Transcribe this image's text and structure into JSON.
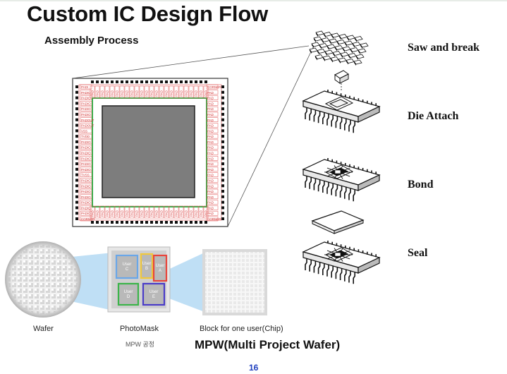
{
  "title": "Custom IC Design Flow",
  "subtitle": "Assembly Process",
  "steps": [
    "Saw and break",
    "Die Attach",
    "Bond",
    "Seal"
  ],
  "chip": {
    "corner_label": "CORNER",
    "pad_label": "PAD",
    "left_pins": [
      "PADI",
      "PADIO",
      "PADIO",
      "PADIO",
      "PADIO",
      "PADIO",
      "PADOUT",
      "PADOUT",
      "VSS",
      "TVDD",
      "PADIO",
      "PADIO",
      "PADIO",
      "PADIO",
      "PADIO",
      "PADIO",
      "TVSS",
      "PADIO",
      "PADIO",
      "PADIO",
      "PADIO",
      "PADIO",
      "PADIO",
      "PADIO",
      "CORNER"
    ]
  },
  "mpw": {
    "wafer_label": "Wafer",
    "photomask_label": "PhotoMask",
    "photomask_sub": "MPW 공정",
    "block_label": "Block for one user(Chip)",
    "caption": "MPW(Multi Project Wafer)",
    "users": [
      {
        "label": "User C",
        "color": "#6aa7e8"
      },
      {
        "label": "User B",
        "color": "#f0c83c"
      },
      {
        "label": "User A",
        "color": "#e8453c"
      },
      {
        "label": "User D",
        "color": "#3cb44a"
      },
      {
        "label": "User E",
        "color": "#4a3cc8"
      }
    ]
  },
  "page_number": "16"
}
